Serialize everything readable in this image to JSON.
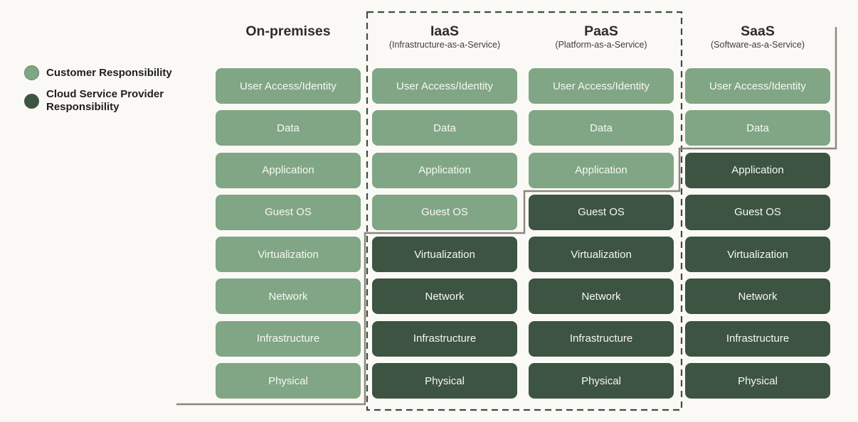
{
  "colors": {
    "background": "#fbf9f5",
    "customer": "#80a685",
    "provider": "#3c5441",
    "boundary_line": "#8b857d",
    "dashed_border": "#3b4f3f",
    "box_text": "#f7f8f3",
    "customer_swatch_ring": "#5e7f74"
  },
  "legend": {
    "items": [
      {
        "label": "Customer Responsibility",
        "responsibility": "customer"
      },
      {
        "label": "Cloud Service Provider Responsibility",
        "responsibility": "provider"
      }
    ]
  },
  "columns": [
    {
      "title": "On-premises",
      "subtitle": "",
      "rows": [
        {
          "label": "User Access/Identity",
          "responsibility": "customer"
        },
        {
          "label": "Data",
          "responsibility": "customer"
        },
        {
          "label": "Application",
          "responsibility": "customer"
        },
        {
          "label": "Guest OS",
          "responsibility": "customer"
        },
        {
          "label": "Virtualization",
          "responsibility": "customer"
        },
        {
          "label": "Network",
          "responsibility": "customer"
        },
        {
          "label": "Infrastructure",
          "responsibility": "customer"
        },
        {
          "label": "Physical",
          "responsibility": "customer"
        }
      ]
    },
    {
      "title": "IaaS",
      "subtitle": "(Infrastructure-as-a-Service)",
      "rows": [
        {
          "label": "User Access/Identity",
          "responsibility": "customer"
        },
        {
          "label": "Data",
          "responsibility": "customer"
        },
        {
          "label": "Application",
          "responsibility": "customer"
        },
        {
          "label": "Guest OS",
          "responsibility": "customer"
        },
        {
          "label": "Virtualization",
          "responsibility": "provider"
        },
        {
          "label": "Network",
          "responsibility": "provider"
        },
        {
          "label": "Infrastructure",
          "responsibility": "provider"
        },
        {
          "label": "Physical",
          "responsibility": "provider"
        }
      ]
    },
    {
      "title": "PaaS",
      "subtitle": "(Platform-as-a-Service)",
      "rows": [
        {
          "label": "User Access/Identity",
          "responsibility": "customer"
        },
        {
          "label": "Data",
          "responsibility": "customer"
        },
        {
          "label": "Application",
          "responsibility": "customer"
        },
        {
          "label": "Guest OS",
          "responsibility": "provider"
        },
        {
          "label": "Virtualization",
          "responsibility": "provider"
        },
        {
          "label": "Network",
          "responsibility": "provider"
        },
        {
          "label": "Infrastructure",
          "responsibility": "provider"
        },
        {
          "label": "Physical",
          "responsibility": "provider"
        }
      ]
    },
    {
      "title": "SaaS",
      "subtitle": "(Software-as-a-Service)",
      "rows": [
        {
          "label": "User Access/Identity",
          "responsibility": "customer"
        },
        {
          "label": "Data",
          "responsibility": "customer"
        },
        {
          "label": "Application",
          "responsibility": "provider"
        },
        {
          "label": "Guest OS",
          "responsibility": "provider"
        },
        {
          "label": "Virtualization",
          "responsibility": "provider"
        },
        {
          "label": "Network",
          "responsibility": "provider"
        },
        {
          "label": "Infrastructure",
          "responsibility": "provider"
        },
        {
          "label": "Physical",
          "responsibility": "provider"
        }
      ]
    }
  ]
}
